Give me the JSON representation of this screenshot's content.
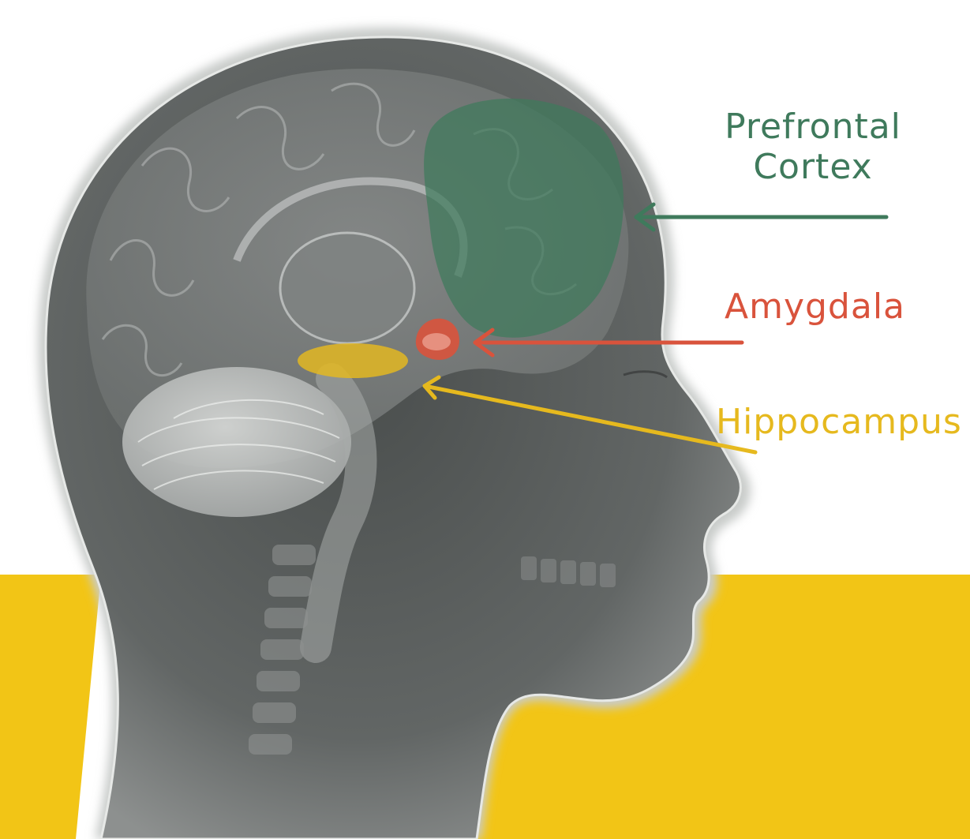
{
  "labels": {
    "prefrontal_line1": "Prefrontal",
    "prefrontal_line2": "Cortex",
    "amygdala": "Amygdala",
    "hippocampus": "Hippocampus"
  },
  "colors": {
    "prefrontal": "#3f7a5c",
    "amygdala": "#d9533c",
    "hippocampus": "#e6b91e",
    "floor_band": "#f2c516",
    "head": "#5f6362"
  }
}
